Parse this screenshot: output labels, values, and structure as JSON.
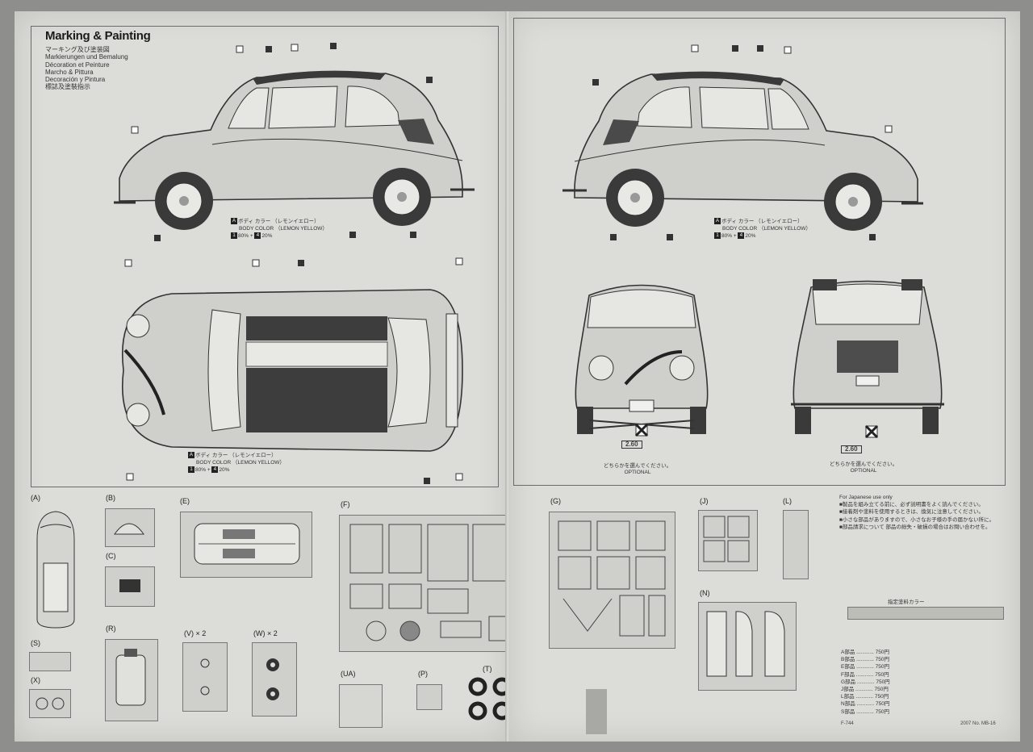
{
  "left_page": {
    "title": "Marking & Painting",
    "subtitle_lines": [
      "マーキング及び塗装図",
      "Markierungen und Bemalung",
      "Décoration et Peinture",
      "Marcho & Pittura",
      "Decoración y Pintura",
      "標誌及塗裝指示"
    ],
    "body_color_line1": "ボディ カラー （レモンイエロー）",
    "body_color_line2": "BODY COLOR （LEMON YELLOW）",
    "mix_prefix": "80% + ",
    "mix_suffix": "20%",
    "mix_num1": "1",
    "mix_num2": "4",
    "color_letter": "A",
    "parts": [
      "(A)",
      "(B)",
      "(C)",
      "(E)",
      "(F)",
      "(R)",
      "(S)",
      "(X)",
      "(V) × 2",
      "(W) × 2",
      "(UA)",
      "(P)",
      "(T)"
    ]
  },
  "right_page": {
    "optional_jp": "どちらかを選んでください。",
    "optional_en": "OPTIONAL",
    "plate": "2.60",
    "parts": [
      "(G)",
      "(J)",
      "(L)",
      "(N)"
    ],
    "notes_header": "For Japanese use only",
    "notes": [
      "■製品を組み立てる前に、必ず説明書をよく読んでください。",
      "■接着剤や塗料を使用するときは、換気に注意してください。",
      "■小さな部品がありますので、小さなお子様の手の届かない所に。",
      "■部品請求について 部品の紛失・破損の場合はお問い合わせを。"
    ],
    "color_header": "指定塗料カラー",
    "order_rows": [
      "A部品 ............ 750円",
      "B部品 ............ 750円",
      "E部品 ............ 750円",
      "F部品 ............ 750円",
      "G部品 ............ 750円",
      "J部品 ............ 750円",
      "L部品 ............ 750円",
      "N部品 ............ 750円",
      "S部品 ............ 750円"
    ],
    "footer_left": "F-744",
    "footer_right": "2007 No. MB-16"
  }
}
